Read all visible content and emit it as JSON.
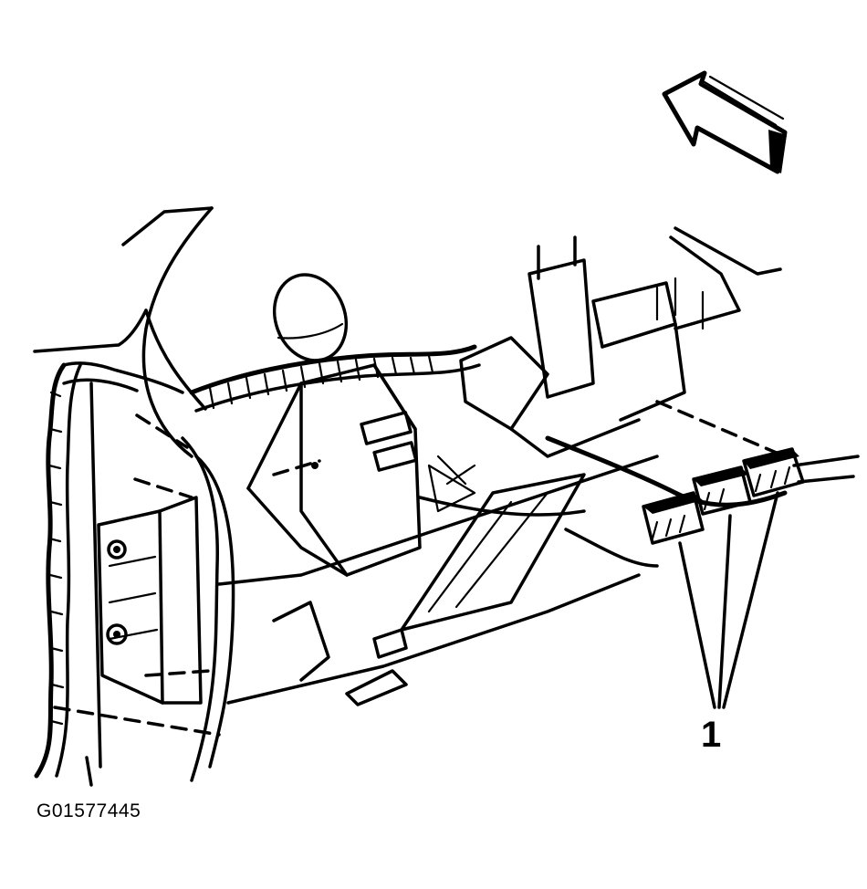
{
  "figure": {
    "code": "G01577445",
    "callouts": [
      {
        "number": "1",
        "target": "module-connectors"
      }
    ]
  },
  "icons": {
    "direction": "forward-arrow-icon"
  },
  "colors": {
    "ink": "#000000",
    "paper": "#ffffff"
  }
}
